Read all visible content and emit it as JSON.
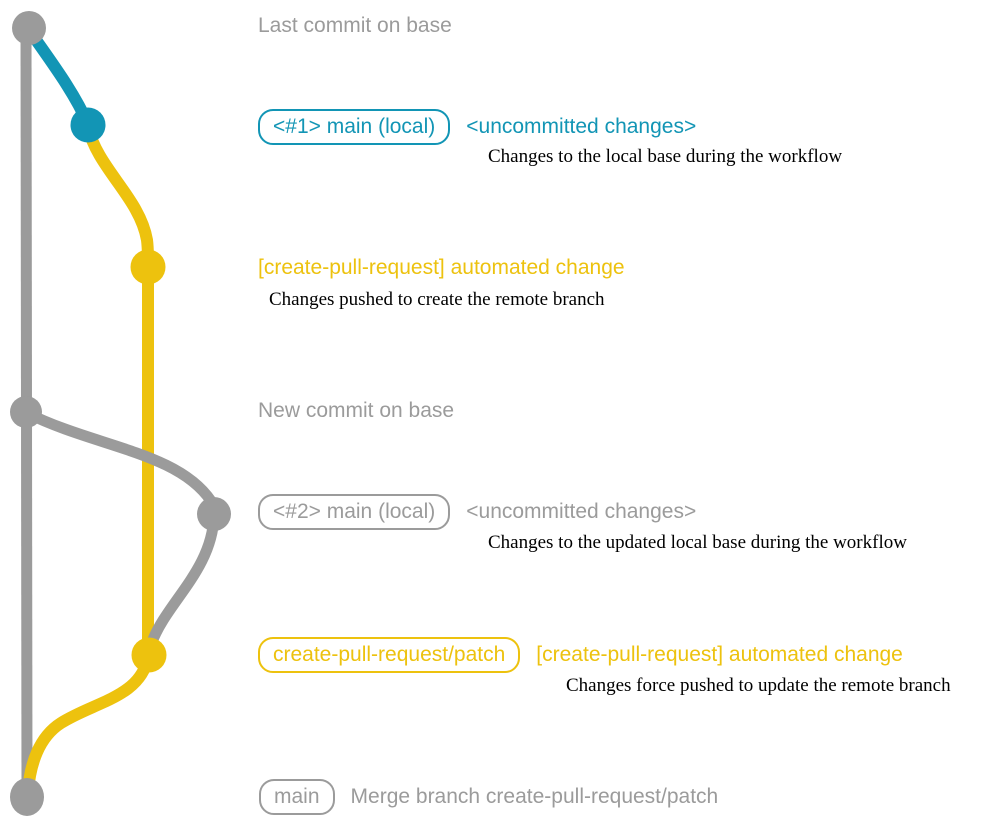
{
  "colors": {
    "teal": "#1295b5",
    "yellow": "#edc20e",
    "gray": "#9b9b9b",
    "caption": "#000000",
    "background": "#ffffff"
  },
  "graph": {
    "nodes": [
      {
        "id": "commit-last-base",
        "color": "gray"
      },
      {
        "id": "commit-main-local-1",
        "color": "teal"
      },
      {
        "id": "commit-automated-change-1",
        "color": "yellow"
      },
      {
        "id": "commit-new-base",
        "color": "gray"
      },
      {
        "id": "commit-main-local-2",
        "color": "gray"
      },
      {
        "id": "commit-automated-change-2",
        "color": "yellow"
      },
      {
        "id": "commit-merge",
        "color": "gray"
      }
    ]
  },
  "rows": [
    {
      "label": "Last commit on base"
    },
    {
      "pill": "<#1> main (local)",
      "note": "<uncommitted changes>",
      "caption": "Changes to the local base during the workflow"
    },
    {
      "note": "[create-pull-request] automated change",
      "caption": "Changes pushed to create the remote branch"
    },
    {
      "label": "New commit on base"
    },
    {
      "pill": "<#2> main (local)",
      "note": "<uncommitted changes>",
      "caption": "Changes to the updated local base during the workflow"
    },
    {
      "pill": "create-pull-request/patch",
      "note": "[create-pull-request] automated change",
      "caption": "Changes force pushed to update the remote branch"
    },
    {
      "pill": "main",
      "label": "Merge branch create-pull-request/patch"
    }
  ]
}
